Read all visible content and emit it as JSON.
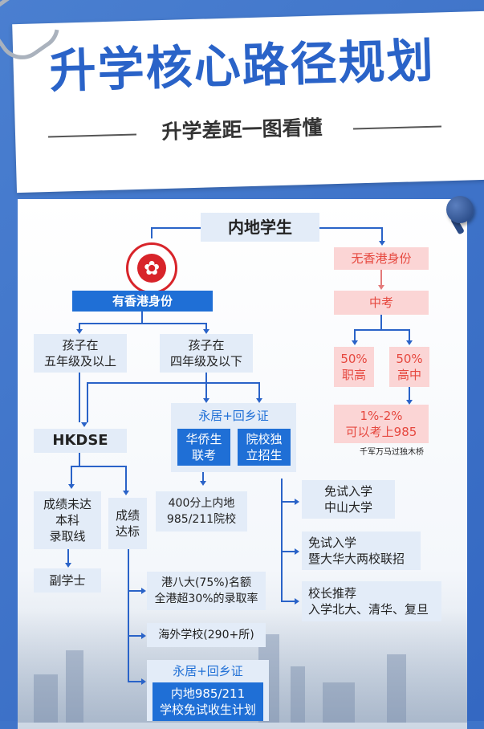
{
  "header": {
    "title": "升学核心路径规划",
    "subtitle": "升学差距一图看懂"
  },
  "root": "内地学生",
  "branch_hk": "有香港身份",
  "branch_nonhk": "无香港身份",
  "hk": {
    "grade5": [
      "孩子在",
      "五年级及以上"
    ],
    "grade4": [
      "孩子在",
      "四年级及以下"
    ],
    "residence": "永居+回乡证",
    "overseas_exam": [
      "华侨生",
      "联考"
    ],
    "independent": [
      "院校独",
      "立招生"
    ],
    "hkdse": "HKDSE",
    "below": [
      "成绩未达",
      "本科",
      "录取线"
    ],
    "pass": [
      "成绩",
      "达标"
    ],
    "associate": "副学士",
    "score400": [
      "400分上内地",
      "985/211院校"
    ],
    "sysu": [
      "免试入学",
      "中山大学"
    ],
    "jinan": [
      "免试入学",
      "暨大华大两校联招"
    ],
    "principal": [
      "校长推荐",
      "入学北大、清华、复旦"
    ],
    "hk8": [
      "港八大(75%)名额",
      "全港超30%的录取率"
    ],
    "overseas": "海外学校(290+所)",
    "residence2": "永居+回乡证",
    "mainland985": [
      "内地985/211",
      "学校免试收生计划"
    ]
  },
  "nonhk": {
    "zhongkao": "中考",
    "vocational": [
      "50%",
      "职高"
    ],
    "highschool": [
      "50%",
      "高中"
    ],
    "rate": [
      "1%-2%",
      "可以考上985"
    ],
    "note": "千军万马过独木桥"
  },
  "colors": {
    "accent": "#2a63c8",
    "box_blue": "#1f6fd6",
    "box_light": "#e3ecf8",
    "box_pink": "#fbd5d5",
    "text_pink": "#e6483f"
  }
}
